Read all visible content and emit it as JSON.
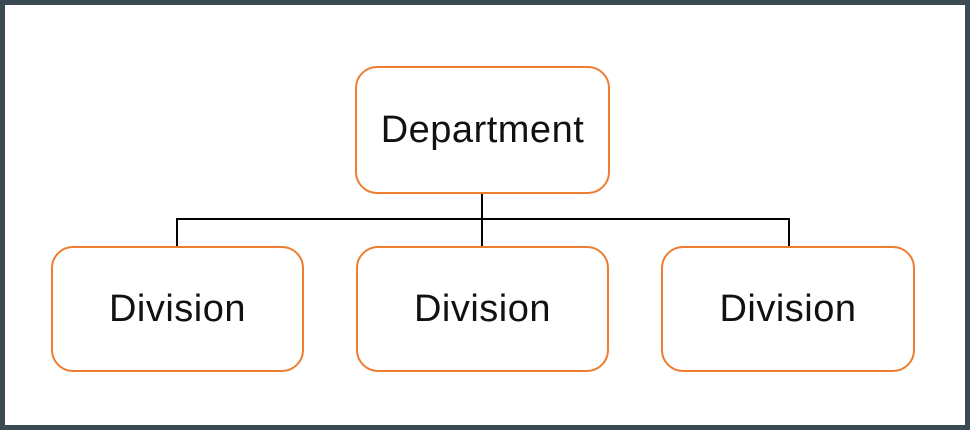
{
  "diagram": {
    "type": "org-chart",
    "root": {
      "label": "Department"
    },
    "children": [
      {
        "label": "Division"
      },
      {
        "label": "Division"
      },
      {
        "label": "Division"
      }
    ]
  },
  "colors": {
    "frame_border": "#3B4A53",
    "box_border": "#ED7D31",
    "box_fill": "#FFFFFF",
    "connector": "#000000",
    "text": "#111111"
  }
}
